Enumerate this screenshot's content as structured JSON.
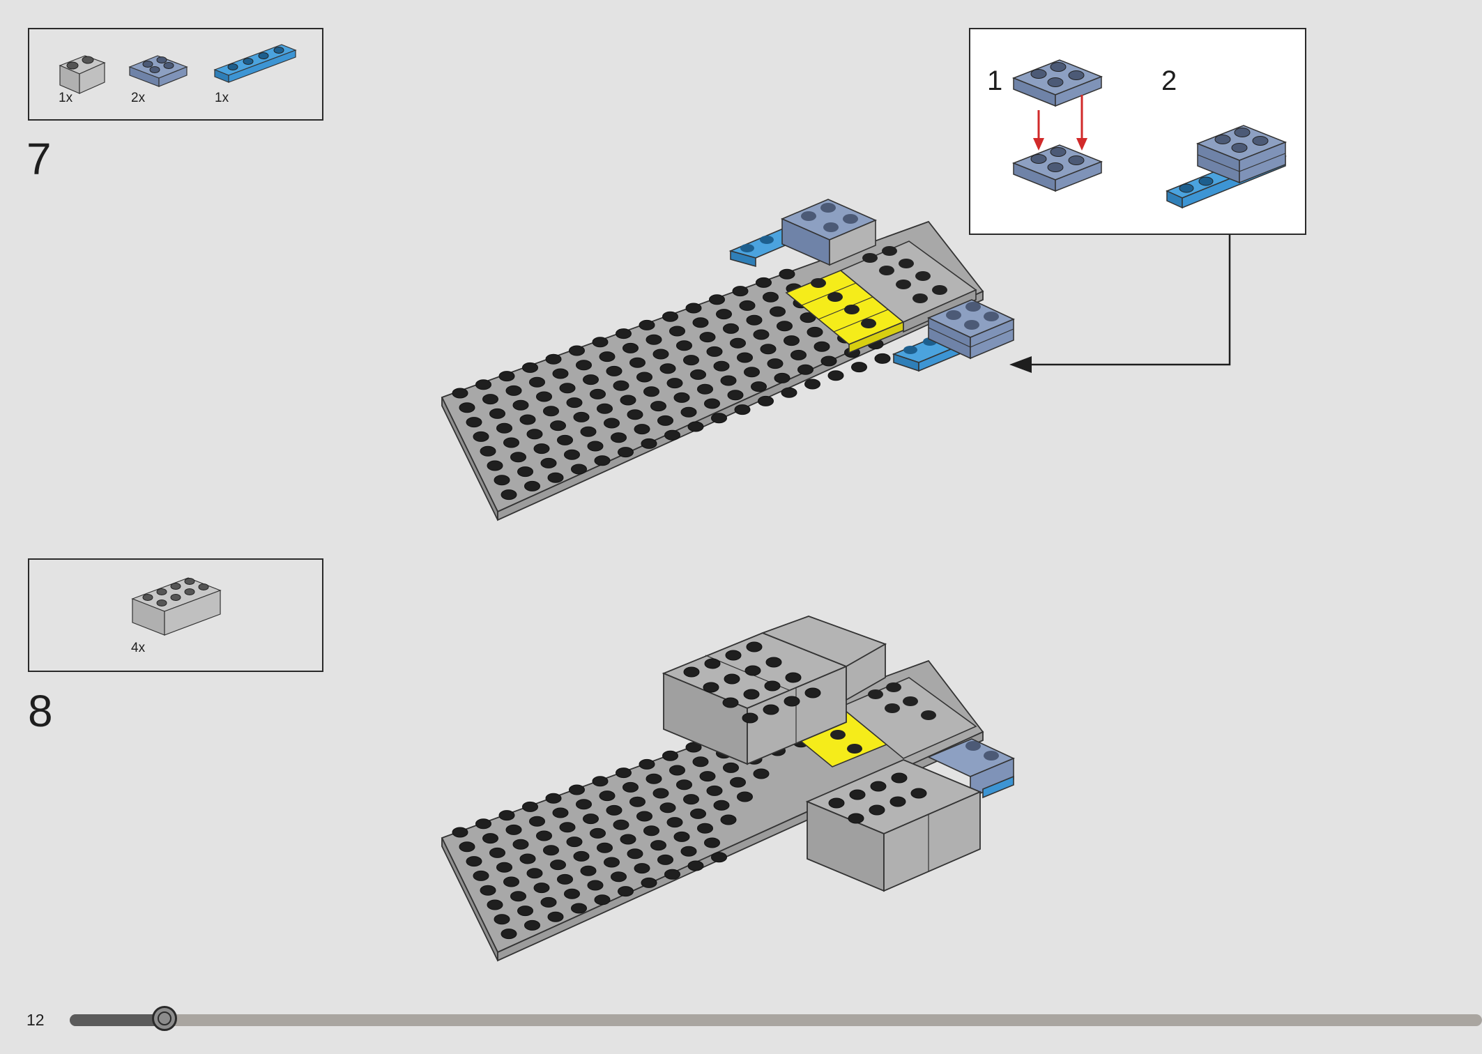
{
  "steps": [
    {
      "number": "7",
      "parts": [
        {
          "name": "gray-brick-1x2",
          "qty": "1x"
        },
        {
          "name": "sand-blue-plate-2x2",
          "qty": "2x"
        },
        {
          "name": "blue-plate-1x4",
          "qty": "1x"
        }
      ],
      "callout": {
        "sub_steps": [
          "1",
          "2"
        ]
      }
    },
    {
      "number": "8",
      "parts": [
        {
          "name": "gray-brick-2x4",
          "qty": "4x"
        }
      ]
    }
  ],
  "footer": {
    "page_number": "12",
    "progress": 0.06
  },
  "colors": {
    "background": "#e3e3e3",
    "light_gray": "#b4b4b4",
    "baseplate_gray": "#9c9c9c",
    "sand_blue": "#7f93b8",
    "blue": "#3d95d4",
    "yellow": "#f5ec1a",
    "arrow_red": "#d12a2a",
    "progress_track": "#a9a5a0",
    "progress_fill": "#5b5b5b"
  }
}
